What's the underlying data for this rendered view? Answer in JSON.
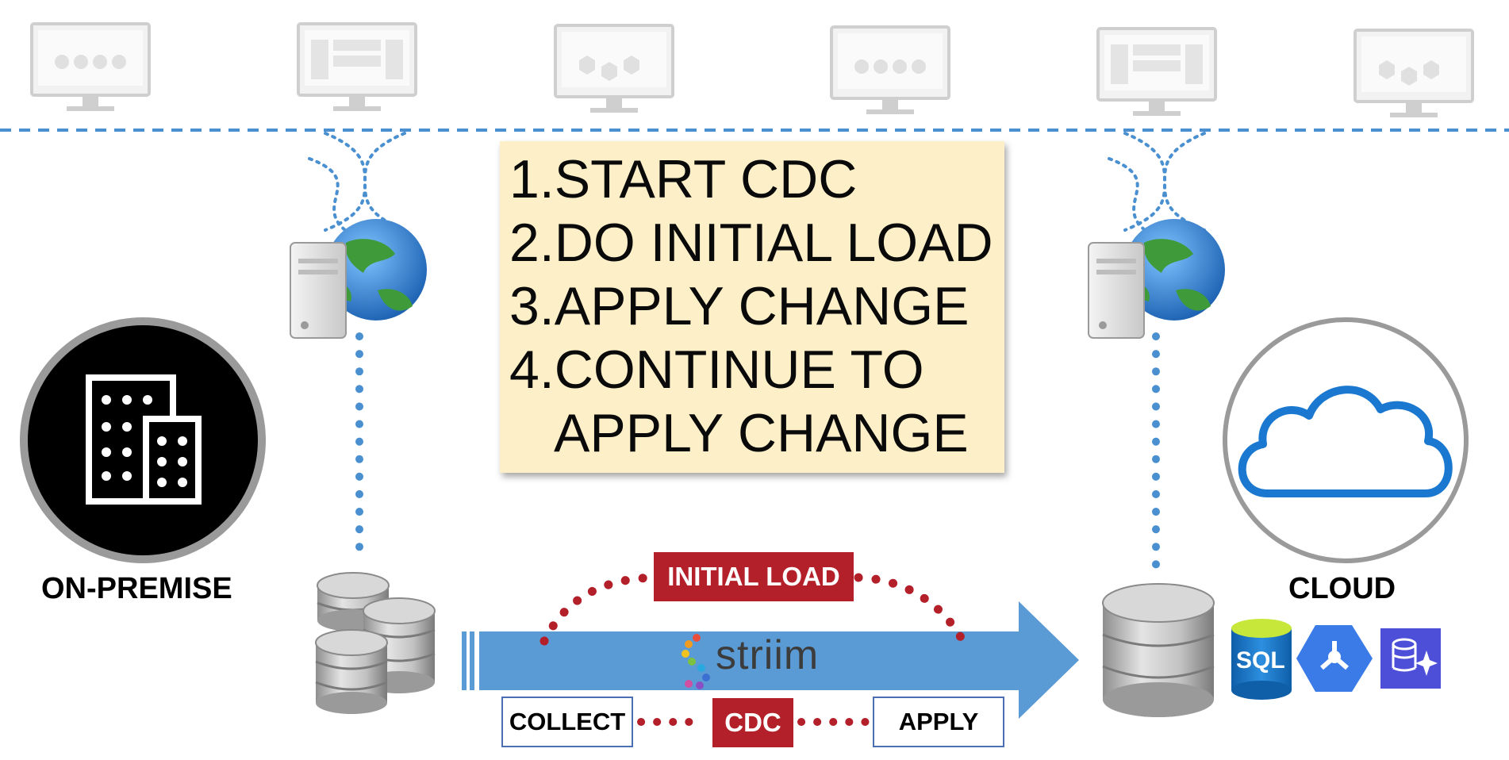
{
  "steps": {
    "step_1": "1.START CDC",
    "step_2": "2.DO INITIAL LOAD",
    "step_3": "3.APPLY CHANGE",
    "step_4_line_1": "4.CONTINUE TO",
    "step_4_line_2": "APPLY CHANGE"
  },
  "labels": {
    "on_premise": "ON-PREMISE",
    "cloud": "CLOUD",
    "initial_load": "INITIAL LOAD",
    "collect": "COLLECT",
    "cdc": "CDC",
    "apply": "APPLY"
  },
  "logo": {
    "brand": "striim",
    "sql_badge": "SQL"
  },
  "icons": {
    "monitors": [
      "monitor-icon",
      "monitor-icon",
      "monitor-icon",
      "monitor-icon",
      "monitor-icon",
      "monitor-icon"
    ],
    "left_server": "server-globe-icon",
    "right_server": "server-globe-icon",
    "on_premise": "office-buildings-icon",
    "cloud": "cloud-icon",
    "source_db": "database-stack-icon",
    "target_db": "database-icon",
    "cloud_services": [
      "azure-sql-icon",
      "google-cloud-dataflow-icon",
      "cloud-database-icon"
    ]
  },
  "colors": {
    "flow_arrow": "#5b9bd5",
    "red_accent": "#b3202a",
    "dotted_blue": "#4a90d0",
    "step_box": "#fdf0c8",
    "cloud_outline": "#1a78d0"
  }
}
